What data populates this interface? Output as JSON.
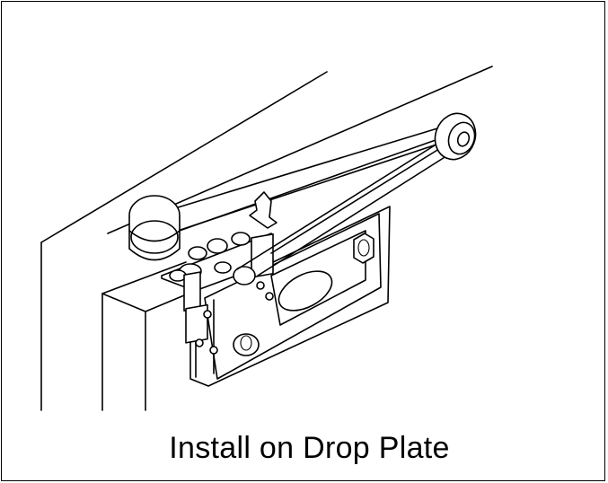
{
  "caption": "Install on Drop Plate",
  "colors": {
    "line": "#000000",
    "background": "#ffffff"
  },
  "illustration": {
    "subject": "door closer installed on drop plate",
    "icon": "door-closer-diagram"
  }
}
